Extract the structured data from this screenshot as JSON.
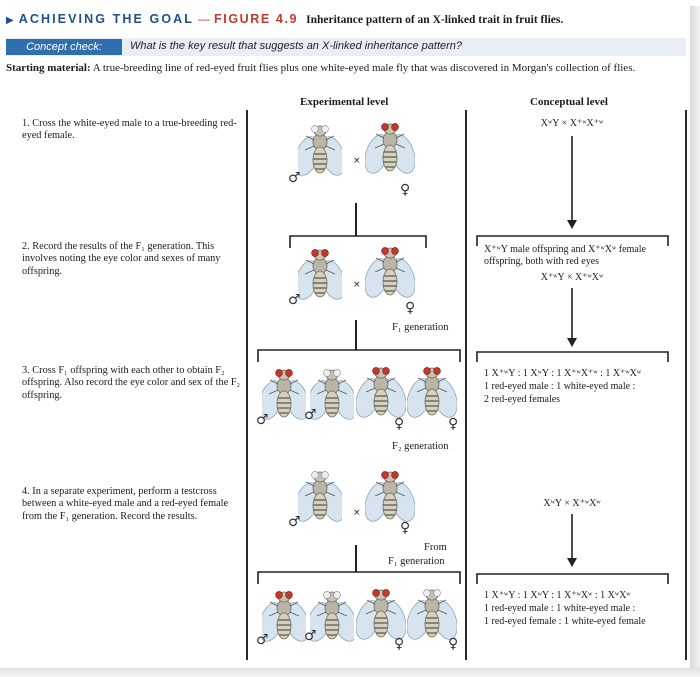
{
  "header": {
    "section": "ACHIEVING THE GOAL",
    "dash": "—",
    "figure": "FIGURE 4.9",
    "caption": "Inheritance pattern of an X-linked trait in fruit flies."
  },
  "concept_check": {
    "badge": "Concept check:",
    "question": "What is the key result that suggests an X-linked inheritance pattern?"
  },
  "starting": {
    "label": "Starting material:",
    "text": "A true-breeding line of red-eyed fruit flies plus one white-eyed male fly that was discovered in Morgan's collection of flies."
  },
  "columns": {
    "experimental": "Experimental level",
    "conceptual": "Conceptual level"
  },
  "steps": [
    {
      "text": "1. Cross the white-eyed male to a true-breeding red-eyed female."
    },
    {
      "text": "2. Record the results of the F₁ generation. This involves noting the eye color and sexes of many offspring."
    },
    {
      "text": "3. Cross F₁ offspring with each other to obtain F₂ offspring. Also record the eye color and sex of the F₂ offspring."
    },
    {
      "text": "4. In a separate experiment, perform a testcross between a white-eyed male and a red-eyed female from the F₁ generation. Record the results."
    }
  ],
  "generations": {
    "f1": "F₁ generation",
    "f2": "F₂ generation",
    "from": "From",
    "from_f1": "F₁ generation"
  },
  "cross_symbol": "×",
  "male_symbol": "♂",
  "female_symbol": "♀",
  "conceptual": {
    "cross1": "XʷY × X⁺ʷX⁺ʷ",
    "result1_line1": "X⁺ʷY male offspring and X⁺ʷXʷ female",
    "result1_line2": "offspring, both with red eyes",
    "cross2": "X⁺ʷY × X⁺ʷXʷ",
    "result2_line1": "1 X⁺ʷY : 1 XʷY : 1 X⁺ʷX⁺ʷ : 1 X⁺ʷXʷ",
    "result2_line2": "1 red-eyed male : 1 white-eyed male :",
    "result2_line3": "2 red-eyed females",
    "cross3": "XʷY × X⁺ʷXʷ",
    "result3_line1": "1 X⁺ʷY : 1 XʷY : 1 X⁺ʷXʷ : 1 XʷXʷ",
    "result3_line2": "1 red-eyed male : 1 white-eyed male :",
    "result3_line3": "1 red-eyed female : 1 white-eyed female"
  },
  "colors": {
    "accent_blue": "#1f4f8f",
    "accent_red": "#c0392b",
    "badge_blue": "#2f6fae",
    "red_eye": "#c0392b",
    "white_eye": "#e8e8e8"
  }
}
